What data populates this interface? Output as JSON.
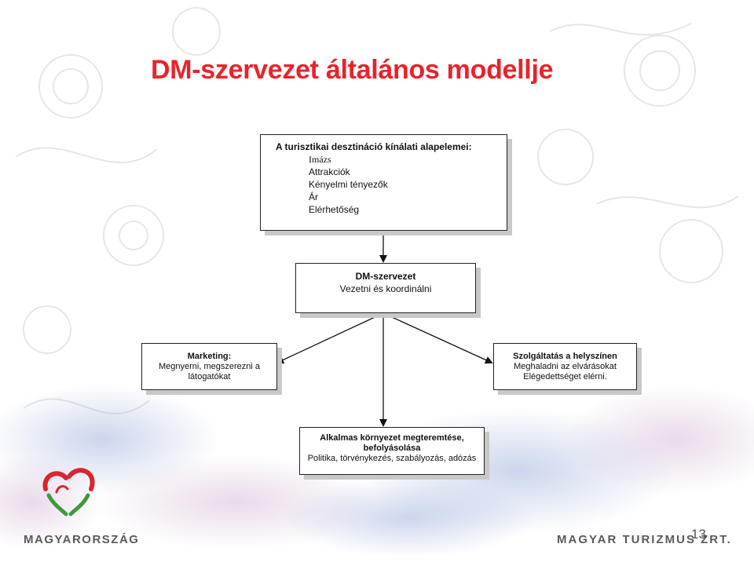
{
  "slide": {
    "title": "DM-szervezet általános modellje",
    "page_number": "13"
  },
  "diagram": {
    "offer_box": {
      "heading": "A turisztikai desztináció kínálati alapelemei:",
      "items": [
        "Imázs",
        "Attrakciók",
        "Kényelmi tényezők",
        "Ár",
        "Elérhetőség"
      ]
    },
    "dm_box": {
      "line1": "DM-szervezet",
      "line2": "Vezetni és koordinálni"
    },
    "marketing_box": {
      "line1": "Marketing:",
      "line2": "Megnyerni, megszerezni a",
      "line3": "látogatókat"
    },
    "service_box": {
      "line1": "Szolgáltatás a helyszínen",
      "line2": "Meghaladni az elvárásokat",
      "line3": "Elégedettséget elérni."
    },
    "environment_box": {
      "line1": "Alkalmas környezet megteremtése,",
      "line2": "befolyásolása",
      "line3": "Politika, törvénykezés, szabályozás, adózás"
    }
  },
  "footer": {
    "left_brand": "MAGYARORSZÁG",
    "right_brand": "MAGYAR TURIZMUS ZRT."
  },
  "colors": {
    "title": "#e8232a",
    "logo_red": "#d7262e",
    "logo_green": "#3f9a3c"
  }
}
